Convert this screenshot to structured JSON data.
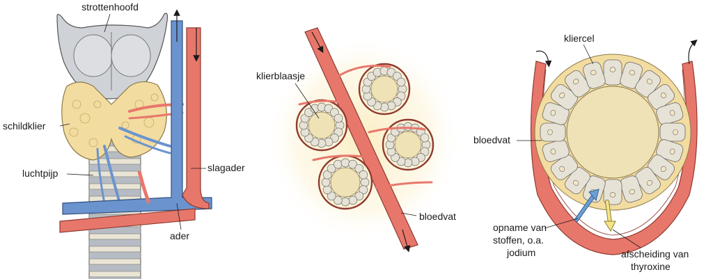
{
  "panels": {
    "thyroid": {
      "labels": {
        "larynx": "strottenhoofd",
        "thyroid_gland": "schildklier",
        "trachea": "luchtpijp",
        "artery": "slagader",
        "vein": "ader"
      }
    },
    "tissue": {
      "labels": {
        "follicle": "klierblaasje",
        "blood_vessel": "bloedvat"
      }
    },
    "follicle": {
      "labels": {
        "gland_cell": "kliercel",
        "blood_vessel": "bloedvat",
        "uptake_line1": "opname van",
        "uptake_line2": "stoffen, o.a.",
        "uptake_line3": "jodium",
        "secretion_line1": "afscheiding van",
        "secretion_line2": "thyroxine"
      }
    }
  },
  "colors": {
    "artery": "#e8776b",
    "vein": "#6b94cf",
    "gland": "#f3dca0",
    "larynx": "#cfd2d6",
    "trachea_ring": "#b7bcc4",
    "cell": "#e6e2d6",
    "colloid": "#efe2b6",
    "glow": "#fbeec4",
    "uptake_arrow": "#6aa0d8",
    "secretion_arrow": "#f6e48a"
  }
}
